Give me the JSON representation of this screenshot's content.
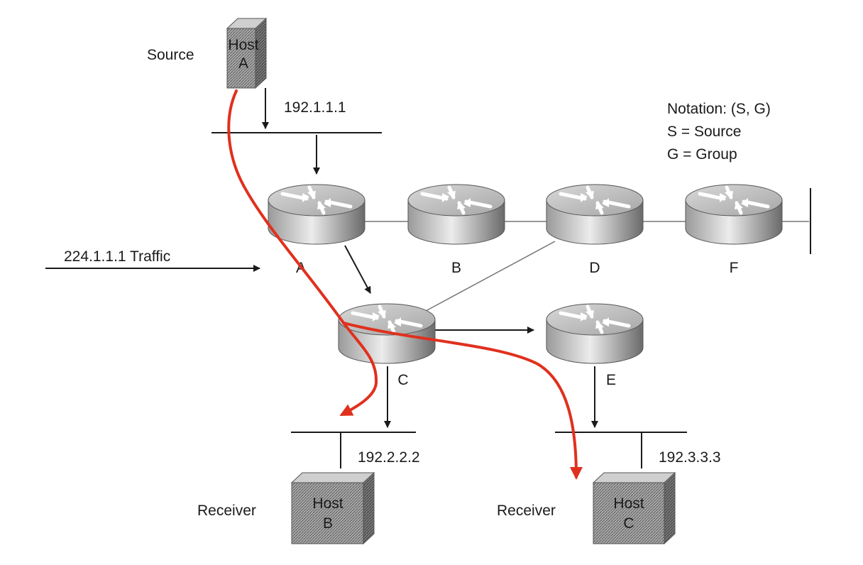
{
  "hosts": {
    "a": {
      "role": "Source",
      "line1": "Host",
      "line2": "A"
    },
    "b": {
      "role": "Receiver",
      "line1": "Host",
      "line2": "B"
    },
    "c": {
      "role": "Receiver",
      "line1": "Host",
      "line2": "C"
    }
  },
  "routers": {
    "a": "A",
    "b": "B",
    "c": "C",
    "d": "D",
    "e": "E",
    "f": "F"
  },
  "addresses": {
    "source_net": "192.1.1.1",
    "receiver_b_net": "192.2.2.2",
    "receiver_c_net": "192.3.3.3"
  },
  "traffic_label": "224.1.1.1 Traffic",
  "notation": {
    "line1": "Notation: (S, G)",
    "line2": "S = Source",
    "line3": "G = Group"
  },
  "colors": {
    "path": "#e0301e",
    "line": "#1a1a1a",
    "link": "#777777"
  }
}
